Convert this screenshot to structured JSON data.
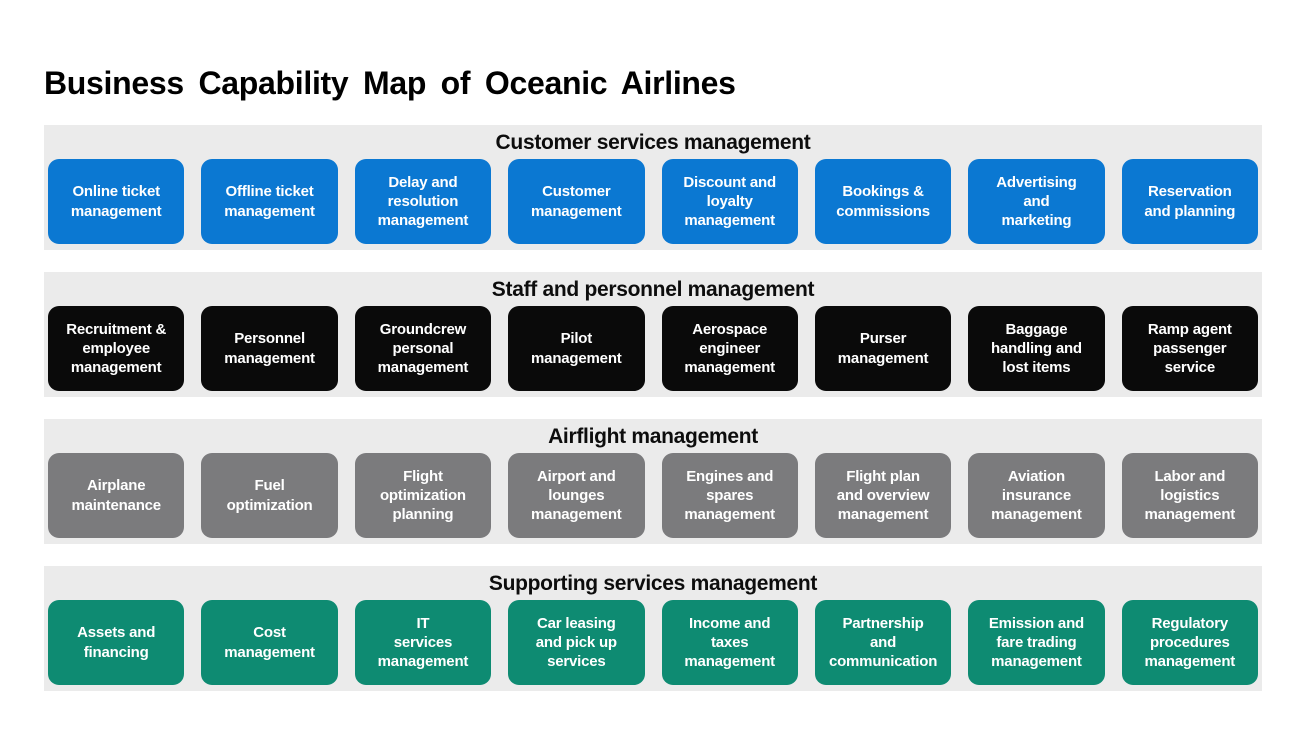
{
  "title": "Business Capability Map of Oceanic Airlines",
  "colors": {
    "page_background": "#ffffff",
    "band_background": "#ebebeb",
    "customer_blue": "#0b78d2",
    "staff_black": "#0a0a0a",
    "airflight_gray": "#7b7b7d",
    "supporting_green": "#0e8b72",
    "title_text": "#000000",
    "tile_text": "#ffffff"
  },
  "bands": [
    {
      "header": "Customer services management",
      "tiles": [
        "Online ticket\nmanagement",
        "Offline ticket\nmanagement",
        "Delay and\nresolution\nmanagement",
        "Customer\nmanagement",
        "Discount and\nloyalty\nmanagement",
        "Bookings &\ncommissions",
        "Advertising\nand\nmarketing",
        "Reservation\nand planning"
      ]
    },
    {
      "header": "Staff and personnel management",
      "tiles": [
        "Recruitment &\nemployee\nmanagement",
        "Personnel\nmanagement",
        "Groundcrew\npersonal\nmanagement",
        "Pilot\nmanagement",
        "Aerospace\nengineer\nmanagement",
        "Purser\nmanagement",
        "Baggage\nhandling and\nlost items",
        "Ramp agent\npassenger\nservice"
      ]
    },
    {
      "header": "Airflight management",
      "tiles": [
        "Airplane\nmaintenance",
        "Fuel\noptimization",
        "Flight\noptimization\nplanning",
        "Airport and\nlounges\nmanagement",
        "Engines and\nspares\nmanagement",
        "Flight plan\nand overview\nmanagement",
        "Aviation\ninsurance\nmanagement",
        "Labor and\nlogistics\nmanagement"
      ]
    },
    {
      "header": "Supporting services management",
      "tiles": [
        "Assets and\nfinancing",
        "Cost\nmanagement",
        "IT\nservices\nmanagement",
        "Car leasing\nand pick up\nservices",
        "Income and\ntaxes\nmanagement",
        "Partnership\nand\ncommunication",
        "Emission and\nfare trading\nmanagement",
        "Regulatory\nprocedures\nmanagement"
      ]
    }
  ]
}
